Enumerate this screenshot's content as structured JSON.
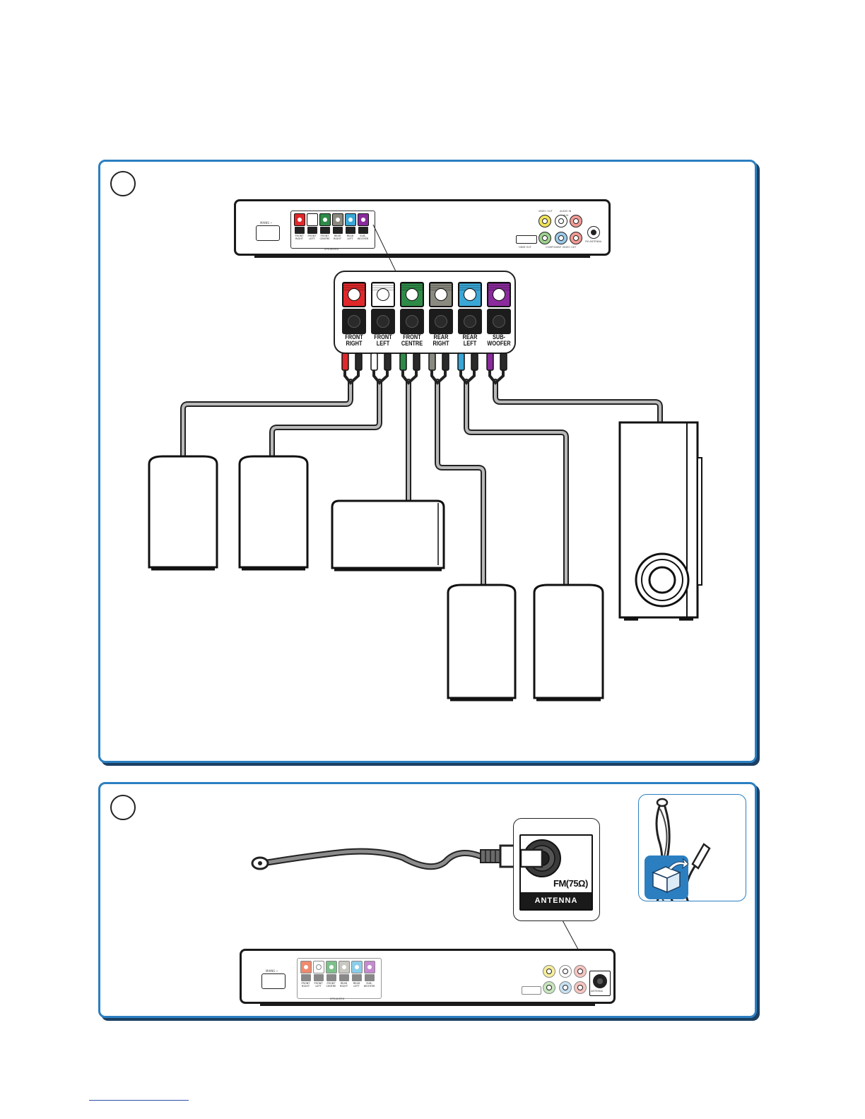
{
  "panel_a": {
    "step_label": "",
    "unit": {
      "power_label": "MAINS ~",
      "speakers_caption": "SPEAKERS",
      "terminals": [
        {
          "label": "FRONT\nRIGHT",
          "color": "#e0282a"
        },
        {
          "label": "FRONT\nLEFT",
          "color": "#ffffff"
        },
        {
          "label": "FRONT\nCENTRE",
          "color": "#2e8b47"
        },
        {
          "label": "REAR\nRIGHT",
          "color": "#8a8a80"
        },
        {
          "label": "REAR\nLEFT",
          "color": "#3aa6d6"
        },
        {
          "label": "SUB-\nWOOFER",
          "color": "#8a2a9c"
        }
      ],
      "video_out_label": "VIDEO OUT",
      "audio_in_label": "AUDIO IN",
      "aux_label": "AUX",
      "hdmi_label": "HDMI OUT",
      "component_label": "COMPONENT VIDEO OUT",
      "fm_label": "FM ANTENNA"
    },
    "zoom_terminals": [
      {
        "label": "FRONT\nRIGHT",
        "color": "#e0282a"
      },
      {
        "label": "FRONT\nLEFT",
        "color": "#ffffff"
      },
      {
        "label": "FRONT\nCENTRE",
        "color": "#2e8b47"
      },
      {
        "label": "REAR\nRIGHT",
        "color": "#8a8a80"
      },
      {
        "label": "REAR\nLEFT",
        "color": "#3aa6d6"
      },
      {
        "label": "SUB-\nWOOFER",
        "color": "#8a2a9c"
      }
    ]
  },
  "panel_b": {
    "step_label": "",
    "antenna_zoom": {
      "fm_label": "FM(75Ω)",
      "antenna_label": "ANTENNA"
    },
    "unit": {
      "power_label": "MAINS ~",
      "speakers_caption": "SPEAKERS",
      "terminals": [
        {
          "label": "FRONT\nRIGHT",
          "color": "#f08a6e"
        },
        {
          "label": "FRONT\nLEFT",
          "color": "#ffffff"
        },
        {
          "label": "FRONT\nCENTRE",
          "color": "#7cc08a"
        },
        {
          "label": "REAR\nRIGHT",
          "color": "#c8c8c0"
        },
        {
          "label": "REAR\nLEFT",
          "color": "#8ccde8"
        },
        {
          "label": "SUB-\nWOOFER",
          "color": "#c58ad0"
        }
      ],
      "antenna_label": "ANTENNA"
    }
  },
  "colors": {
    "panel_border": "#2b7fc1",
    "panel_shadow": "#1c3f63",
    "box_icon": "#2b7fc1"
  },
  "icons": {
    "box_card": "box-with-arrow-icon"
  }
}
